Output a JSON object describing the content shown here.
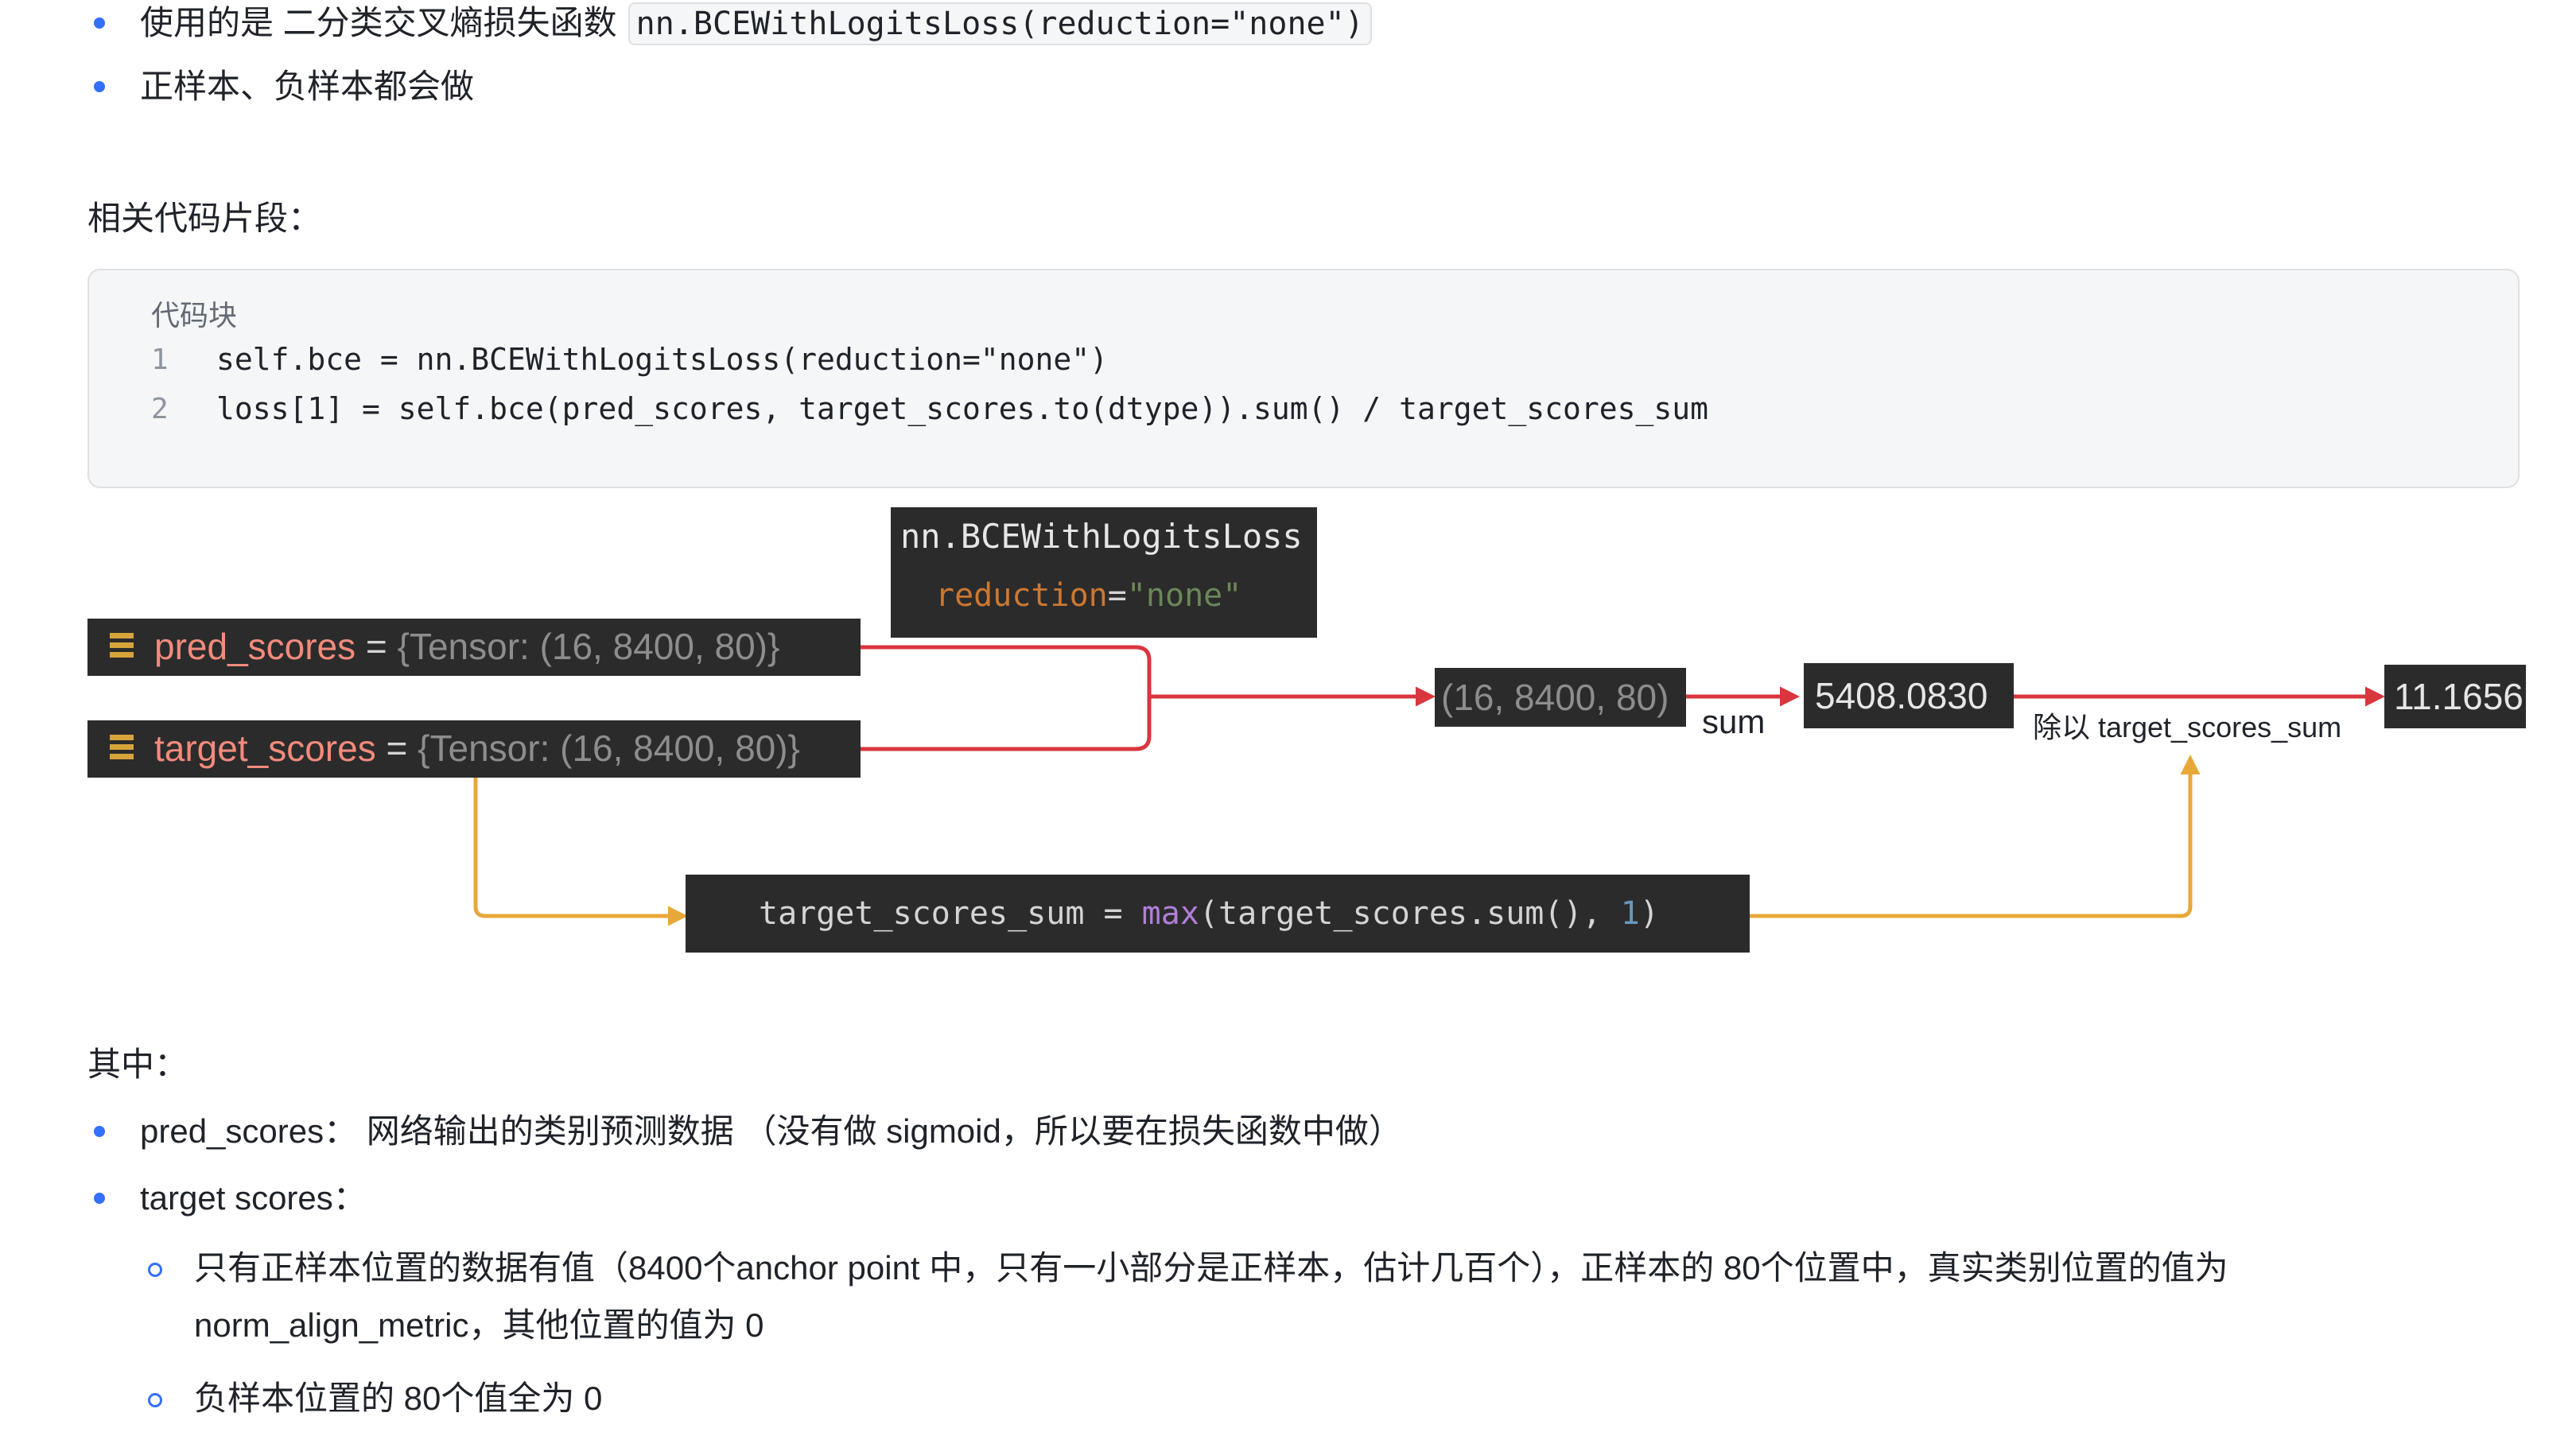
{
  "top_bullets": [
    {
      "text": "使用的是 二分类交叉熵损失函数",
      "code": "nn.BCEWithLogitsLoss(reduction=\"none\")"
    },
    {
      "text": "正样本、负样本都会做"
    }
  ],
  "code_section_title": "相关代码片段：",
  "code_block": {
    "label": "代码块",
    "lines": [
      {
        "num": "1",
        "code": "self.bce = nn.BCEWithLogitsLoss(reduction=\"none\")"
      },
      {
        "num": "2",
        "code": "loss[1] = self.bce(pred_scores, target_scores.to(dtype)).sum() / target_scores_sum"
      }
    ]
  },
  "diagram": {
    "bce_box": {
      "line1": "nn.BCEWithLogitsLoss",
      "kw": "reduction",
      "eq": "=",
      "val": "\"none\""
    },
    "pred": {
      "name": "pred_scores",
      "eq": " = ",
      "value": "{Tensor: (16, 8400, 80)}"
    },
    "target": {
      "name": "target_scores",
      "eq": " = ",
      "value": "{Tensor: (16, 8400, 80)}"
    },
    "shape_box": "(16, 8400, 80)",
    "sum_label": "sum",
    "sum_value": "5408.0830",
    "divide_label": "除以 target_scores_sum",
    "result": "11.1656",
    "formula": {
      "lhs": "target_scores_sum",
      "op": " = ",
      "fn": "max",
      "args": "(target_scores.sum(), ",
      "num": "1",
      "close": ")"
    },
    "colors": {
      "red_arrow": "#d9363e",
      "orange_arrow": "#e8a838",
      "box_bg": "#2b2b2b"
    }
  },
  "where_title": "其中：",
  "bottom_bullets": [
    {
      "text": "pred_scores： 网络输出的类别预测数据 （没有做 sigmoid，所以要在损失函数中做）"
    },
    {
      "text": "target scores："
    }
  ],
  "sub_bullets": [
    {
      "line1": "只有正样本位置的数据有值（8400个anchor point 中，只有一小部分是正样本，估计几百个），正样本的 80个位置中，真实类别位置的值为",
      "line2": "norm_align_metric，其他位置的值为 0"
    },
    {
      "line1": "负样本位置的 80个值全为 0"
    }
  ]
}
